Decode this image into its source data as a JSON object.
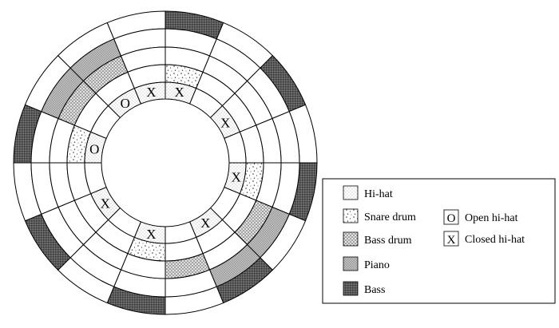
{
  "rings": [
    "Bass",
    "Piano",
    "Bass drum",
    "Snare drum",
    "Hi-hat"
  ],
  "steps": 16,
  "pattern": {
    "Bass": [
      1,
      0,
      1,
      0,
      1,
      0,
      1,
      0,
      1,
      0,
      1,
      0,
      1,
      0,
      0,
      0
    ],
    "Piano": [
      0,
      0,
      0,
      0,
      0,
      1,
      1,
      0,
      0,
      0,
      0,
      0,
      0,
      1,
      1,
      0
    ],
    "Bass drum": [
      0,
      0,
      0,
      0,
      0,
      1,
      0,
      1,
      0,
      0,
      0,
      0,
      0,
      1,
      1,
      0
    ],
    "Snare drum": [
      1,
      0,
      0,
      0,
      1,
      0,
      0,
      0,
      1,
      0,
      0,
      0,
      1,
      0,
      0,
      0
    ],
    "Hi-hat": [
      1,
      0,
      1,
      0,
      1,
      0,
      1,
      0,
      1,
      0,
      1,
      0,
      1,
      0,
      1,
      1
    ]
  },
  "hihat_marks": [
    "X",
    "",
    "X",
    "",
    "X",
    "",
    "X",
    "",
    "X",
    "",
    "X",
    "",
    "O",
    "",
    "O",
    "X"
  ],
  "legend": {
    "items": [
      {
        "label": "Hi-hat",
        "swatch": "hihat"
      },
      {
        "label": "Snare drum",
        "swatch": "snare"
      },
      {
        "label": "Bass drum",
        "swatch": "bassdrum"
      },
      {
        "label": "Piano",
        "swatch": "piano"
      },
      {
        "label": "Bass",
        "swatch": "bass"
      }
    ],
    "symbols": [
      {
        "symbol": "O",
        "label": "Open hi-hat"
      },
      {
        "symbol": "X",
        "label": "Closed hi-hat"
      }
    ]
  }
}
